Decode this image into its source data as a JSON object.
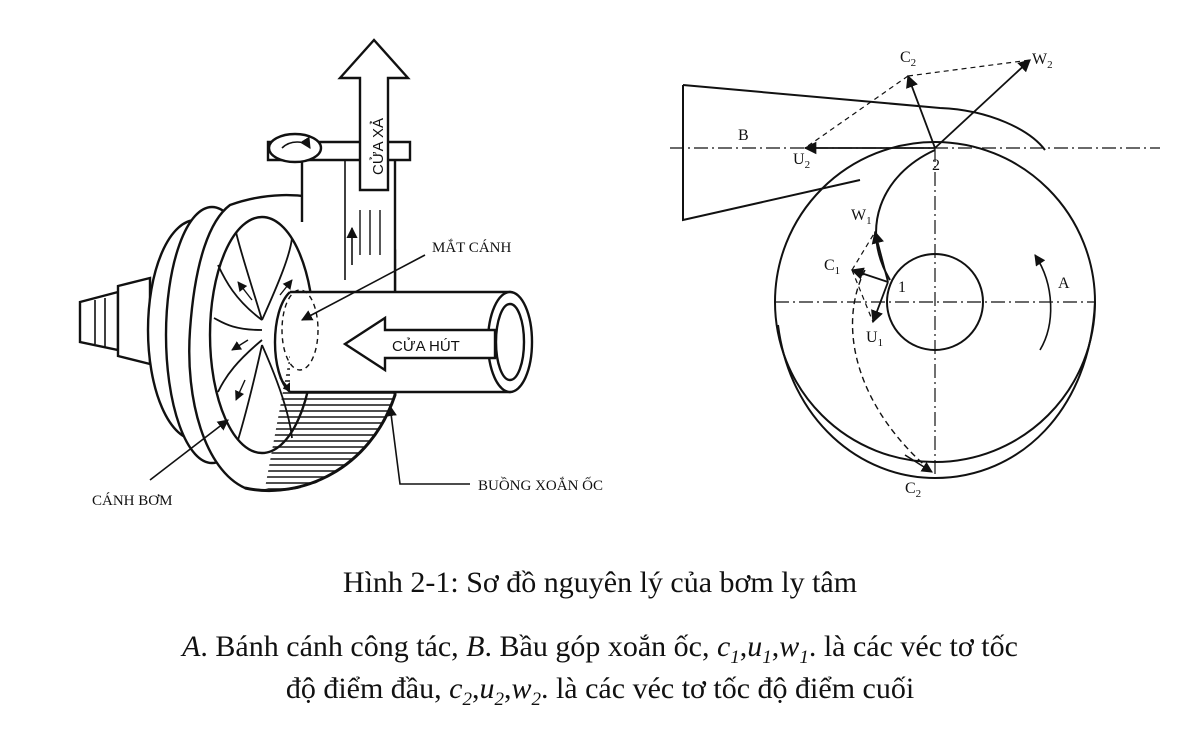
{
  "left_diagram": {
    "label_outlet": "CỬA XẢ",
    "label_impeller_eye": "MẮT CÁNH",
    "label_inlet": "CỬA HÚT",
    "label_impeller": "CÁNH BƠM",
    "label_volute": "BUỒNG XOẮN ỐC"
  },
  "right_diagram": {
    "label_B": "B",
    "label_A": "A",
    "label_U2": "U",
    "label_U2_sub": "2",
    "label_C2_top": "C",
    "label_C2_top_sub": "2",
    "label_W2": "W",
    "label_W2_sub": "2",
    "label_point2": "2",
    "label_W1": "W",
    "label_W1_sub": "1",
    "label_C1": "C",
    "label_C1_sub": "1",
    "label_point1": "1",
    "label_U1": "U",
    "label_U1_sub": "1",
    "label_C2_bottom": "C",
    "label_C2_bottom_sub": "2"
  },
  "caption": {
    "title": "Hình 2-1: Sơ đồ nguyên lý của bơm ly tâm",
    "line1_A": "A",
    "line1_a_text": ". Bánh cánh công tác, ",
    "line1_B": "B",
    "line1_b_text": ". Bầu góp xoắn ốc, ",
    "line1_c": "c",
    "line1_c_sub": "1",
    "line1_u": "u",
    "line1_u_sub": "1",
    "line1_w": "w",
    "line1_w_sub": "1",
    "line1_end": ". là các véc tơ tốc",
    "line2_start": "độ điểm đầu, ",
    "line2_c": "c",
    "line2_c_sub": "2",
    "line2_u": "u",
    "line2_u_sub": "2",
    "line2_w": "w",
    "line2_w_sub": "2",
    "line2_end": ". là các véc tơ tốc độ điểm cuối",
    "comma": ","
  }
}
